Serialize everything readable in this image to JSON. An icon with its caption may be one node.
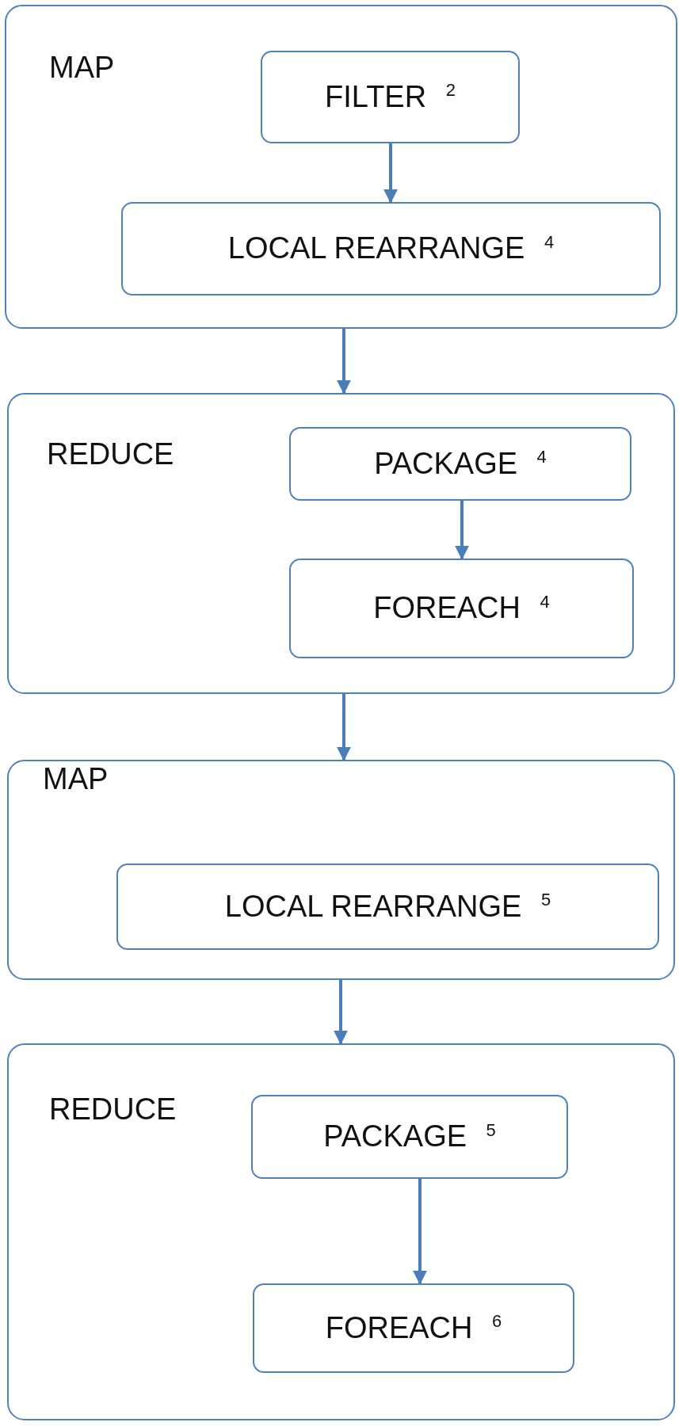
{
  "diagram": {
    "nodes": [
      {
        "text": [
          "MAP"
        ]
      },
      {
        "text": [
          "FILTER $^{2}$"
        ],
        "in": 0
      },
      {
        "text": [
          "LOCAL REARRANGE $^{4}$"
        ],
        "in": 0
      },
      {
        "text": [
          "REDUCE"
        ]
      },
      {
        "text": [
          "PACKAGE $^{4}$"
        ],
        "in": 3
      },
      {
        "text": [
          "FOREACH $^{4}$"
        ],
        "in": 3
      },
      {
        "text": [
          "MAP"
        ]
      },
      {
        "text": [
          "LOCAL REARRANGE $^{5}$"
        ],
        "in": 6
      },
      {
        "text": [
          "REDUCE"
        ]
      },
      {
        "text": [
          "PACKAGE $^{5}$"
        ],
        "in": 8
      },
      {
        "text": [
          "FOREACH $^{6}$"
        ],
        "in": 8
      }
    ],
    "edges": [
      {
        "from": 1,
        "to": 2,
        "arrow": "to"
      },
      {
        "from": 0,
        "to": 3,
        "arrow": "to"
      },
      {
        "from": 4,
        "to": 5,
        "arrow": "to"
      },
      {
        "from": 3,
        "to": 6,
        "arrow": "to"
      },
      {
        "from": 6,
        "to": 8,
        "arrow": "to"
      },
      {
        "from": 9,
        "to": 10,
        "arrow": "to"
      }
    ]
  }
}
